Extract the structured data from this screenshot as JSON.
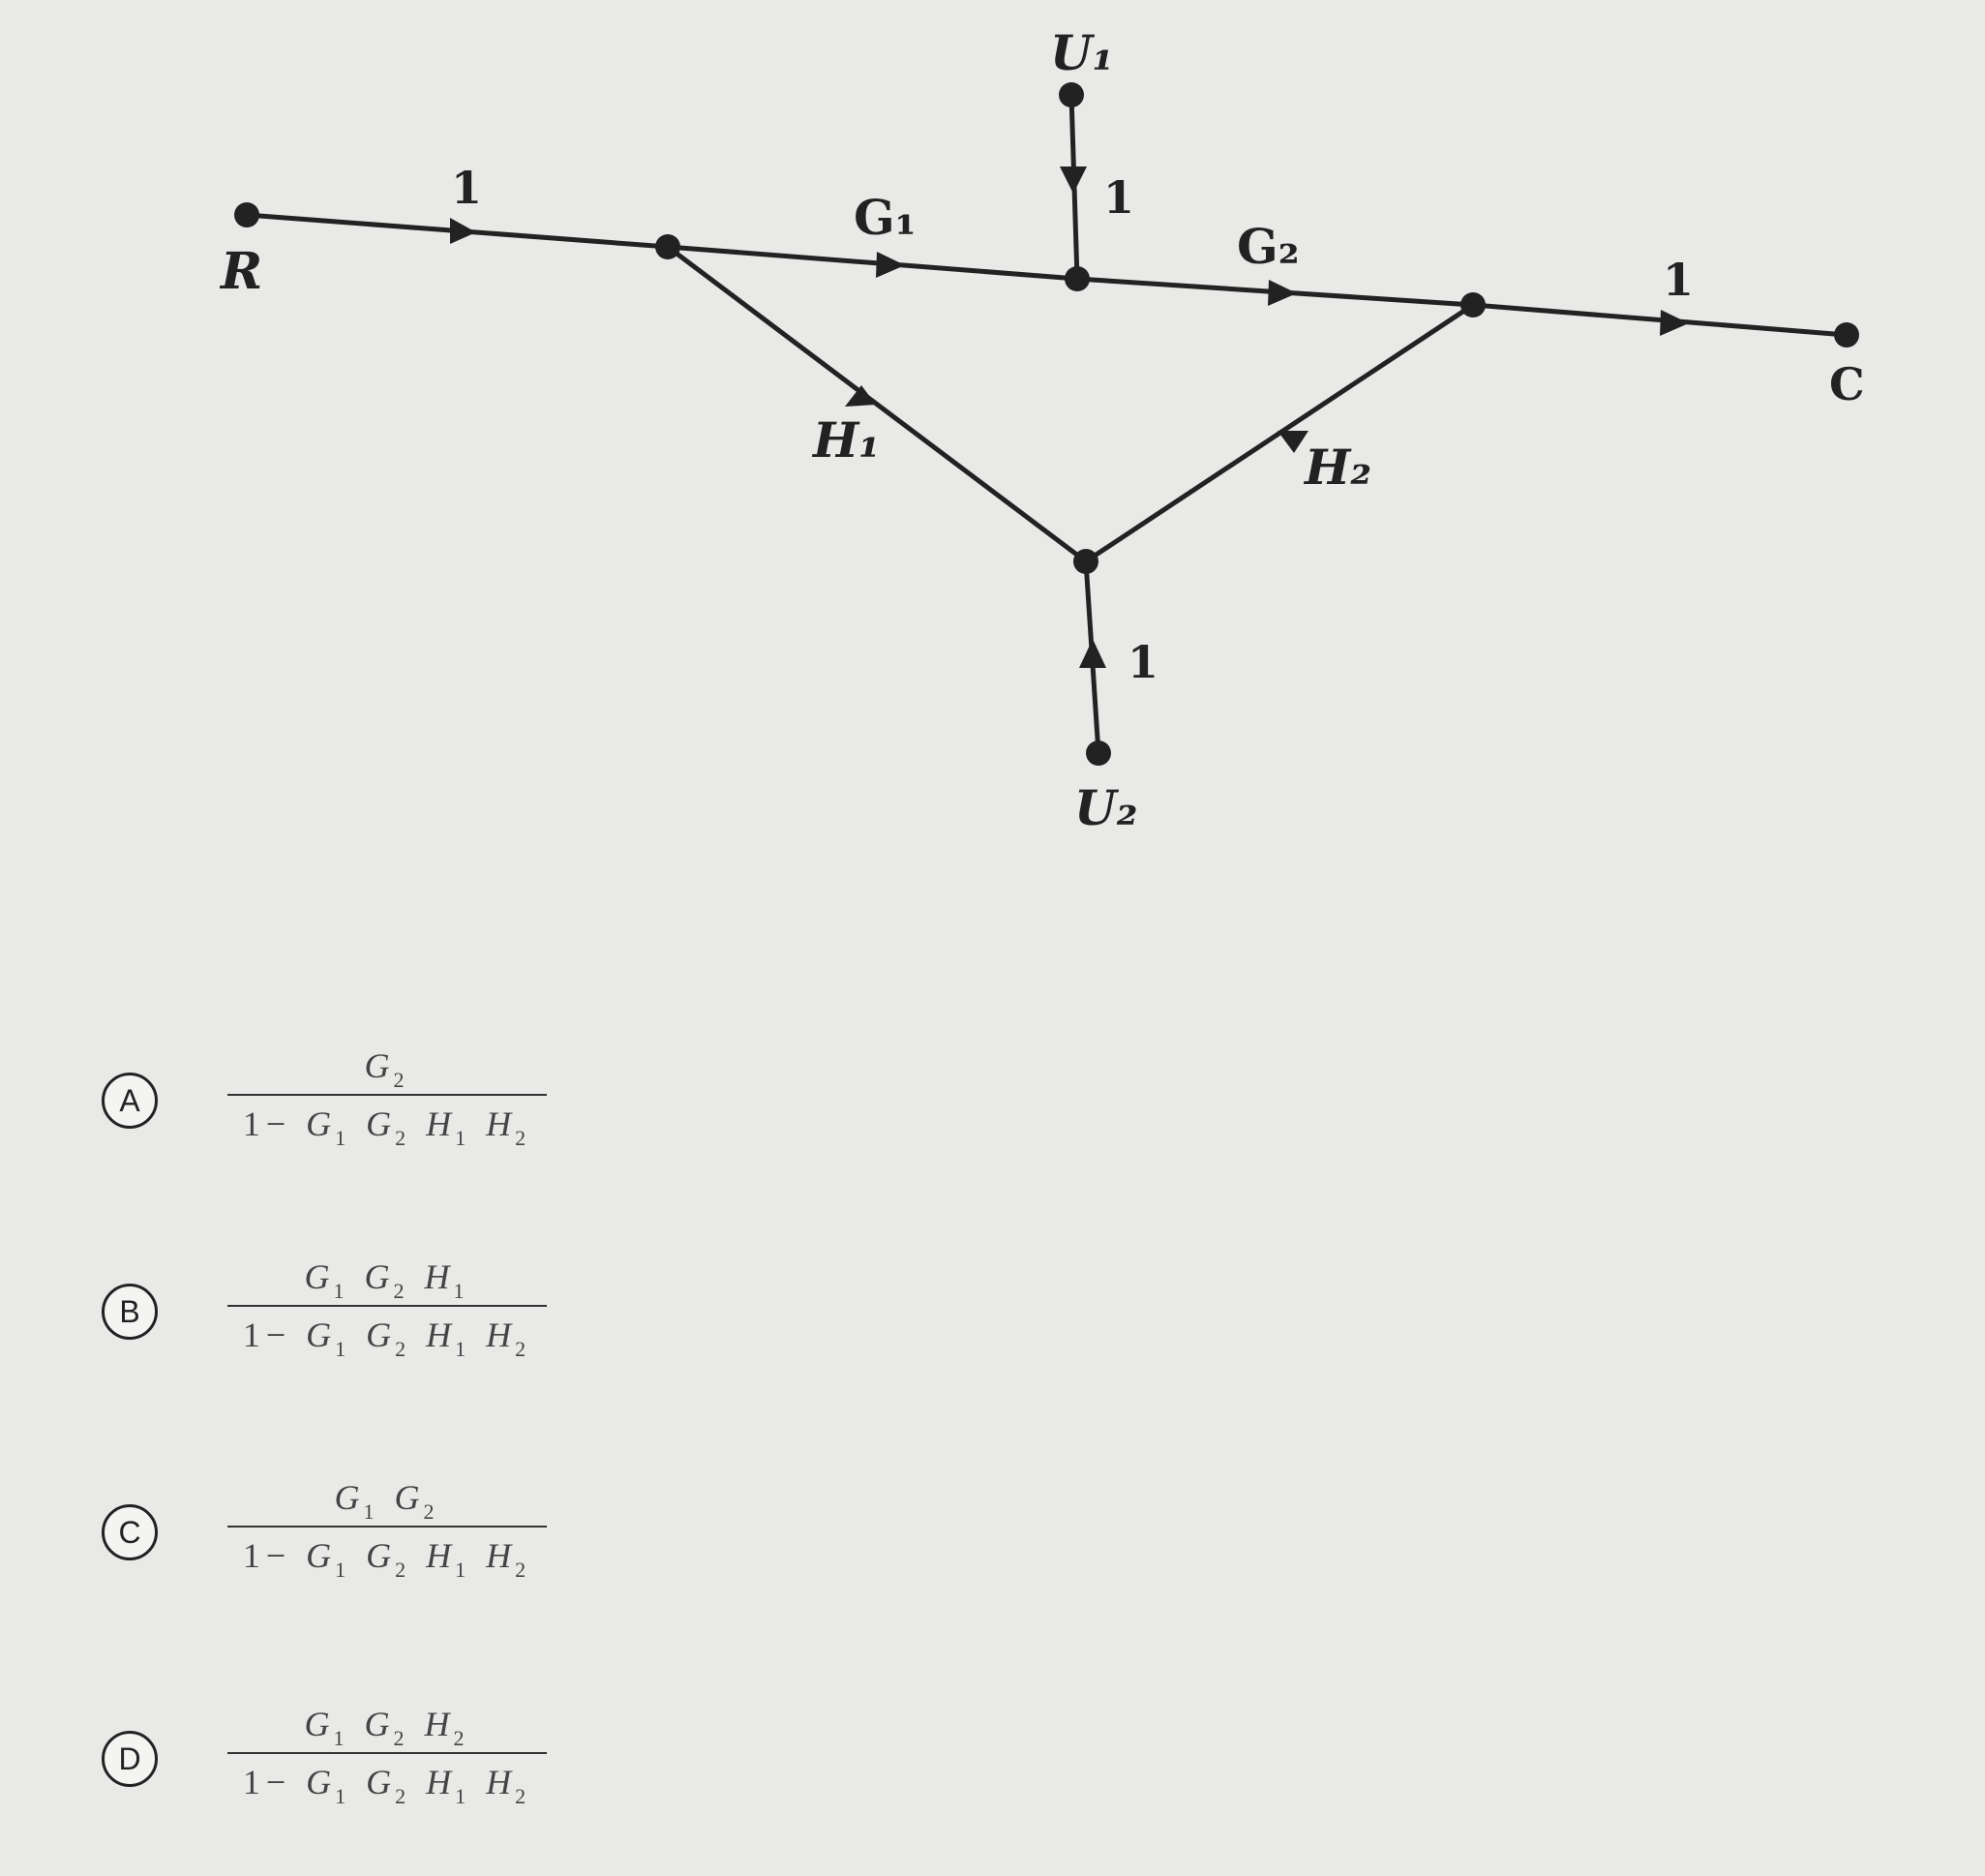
{
  "diagram": {
    "nodes": {
      "r": "R",
      "c": "C",
      "u1": "U₁",
      "u2": "U₂"
    },
    "branches": {
      "r_in": "1",
      "g1": "G₁",
      "u1_in": "1",
      "g2": "G₂",
      "c_out": "1",
      "h1": "H₁",
      "h2": "H₂",
      "u2_in": "1"
    }
  },
  "options": [
    {
      "letter": "A",
      "numerator": [
        [
          "G",
          "2"
        ]
      ],
      "denominator_prefix": "1−",
      "denominator": [
        [
          "G",
          "1"
        ],
        [
          "G",
          "2"
        ],
        [
          "H",
          "1"
        ],
        [
          "H",
          "2"
        ]
      ]
    },
    {
      "letter": "B",
      "numerator": [
        [
          "G",
          "1"
        ],
        [
          "G",
          "2"
        ],
        [
          "H",
          "1"
        ]
      ],
      "denominator_prefix": "1−",
      "denominator": [
        [
          "G",
          "1"
        ],
        [
          "G",
          "2"
        ],
        [
          "H",
          "1"
        ],
        [
          "H",
          "2"
        ]
      ]
    },
    {
      "letter": "C",
      "numerator": [
        [
          "G",
          "1"
        ],
        [
          "G",
          "2"
        ]
      ],
      "denominator_prefix": "1−",
      "denominator": [
        [
          "G",
          "1"
        ],
        [
          "G",
          "2"
        ],
        [
          "H",
          "1"
        ],
        [
          "H",
          "2"
        ]
      ]
    },
    {
      "letter": "D",
      "numerator": [
        [
          "G",
          "1"
        ],
        [
          "G",
          "2"
        ],
        [
          "H",
          "2"
        ]
      ],
      "denominator_prefix": "1−",
      "denominator": [
        [
          "G",
          "1"
        ],
        [
          "G",
          "2"
        ],
        [
          "H",
          "1"
        ],
        [
          "H",
          "2"
        ]
      ]
    }
  ]
}
